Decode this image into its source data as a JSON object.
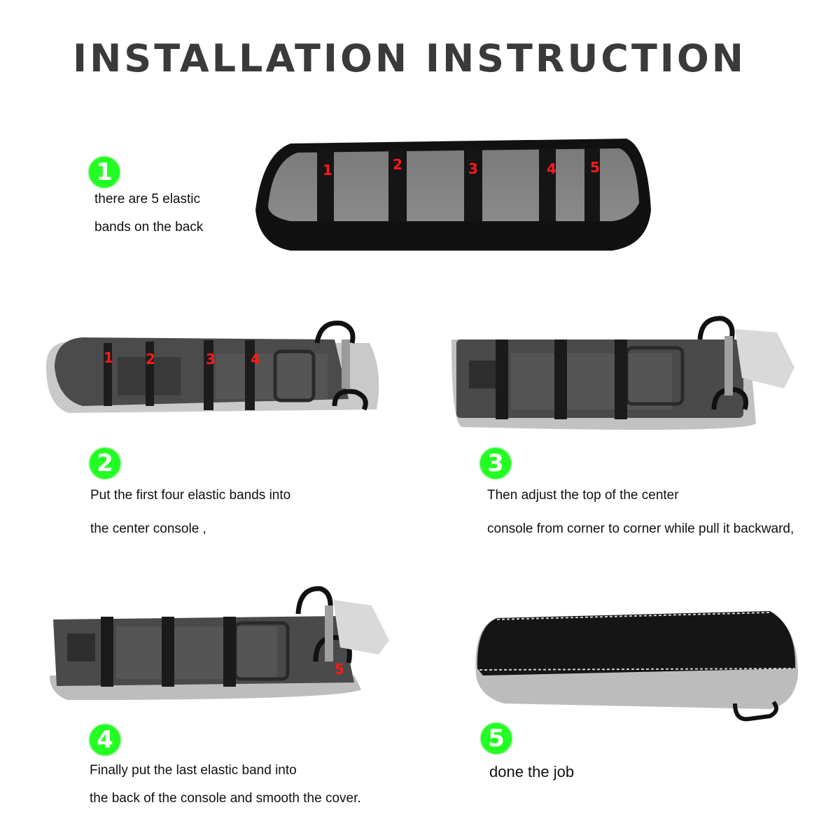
{
  "title": "INSTALLATION INSTRUCTION",
  "colors": {
    "badge": "#22ff22",
    "title": "#3a3a3a",
    "band_label": "#ff1a1a"
  },
  "steps": [
    {
      "number": "1",
      "lines": [
        "there are 5 elastic",
        "bands on the back"
      ]
    },
    {
      "number": "2",
      "lines": [
        "Put the first four elastic bands into",
        "the center console ,"
      ]
    },
    {
      "number": "3",
      "lines": [
        "Then adjust the top of the center",
        "console from corner to corner while pull it backward,"
      ]
    },
    {
      "number": "4",
      "lines": [
        "Finally put the last elastic band into",
        "the back of the console and smooth the cover."
      ]
    },
    {
      "number": "5",
      "lines": [
        "done the job"
      ]
    }
  ],
  "band_labels": {
    "photo1": [
      "1",
      "2",
      "3",
      "4",
      "5"
    ],
    "photo2": [
      "1",
      "2",
      "3",
      "4"
    ],
    "photo4": [
      "5"
    ]
  }
}
